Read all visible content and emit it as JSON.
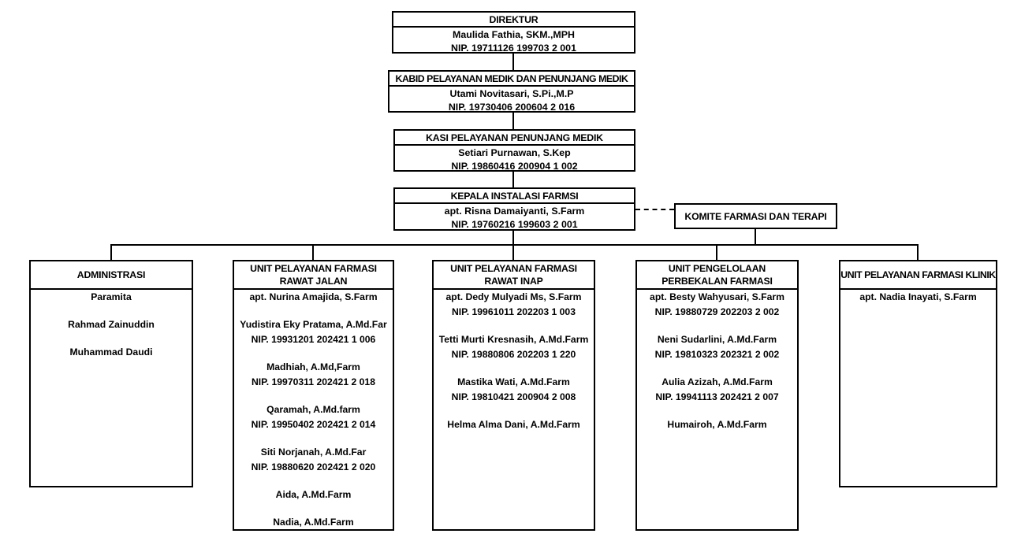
{
  "chart_type": "organizational-chart",
  "chain": [
    {
      "title": "DIREKTUR",
      "name": "Maulida Fathia, SKM.,MPH",
      "nip": "NIP. 19711126 199703 2 001"
    },
    {
      "title": "KABID PELAYANAN MEDIK DAN PENUNJANG MEDIK",
      "name": "Utami Novitasari, S.Pi.,M.P",
      "nip": "NIP. 19730406 200604 2 016"
    },
    {
      "title": "KASI PELAYANAN PENUNJANG MEDIK",
      "name": "Setiari Purnawan, S.Kep",
      "nip": "NIP. 19860416 200904 1 002"
    },
    {
      "title": "KEPALA INSTALASI FARMSI",
      "name": "apt. Risna Damaiyanti, S.Farm",
      "nip": "NIP. 19760216 199603 2 001"
    }
  ],
  "komite": {
    "title": "KOMITE FARMASI DAN TERAPI"
  },
  "units": [
    {
      "title": "ADMINISTRASI",
      "members": [
        {
          "name": "Paramita"
        },
        {
          "name": "Rahmad Zainuddin"
        },
        {
          "name": "Muhammad Daudi"
        }
      ]
    },
    {
      "title": "UNIT PELAYANAN FARMASI RAWAT JALAN",
      "members": [
        {
          "name": "apt. Nurina Amajida, S.Farm"
        },
        {
          "name": "Yudistira Eky Pratama, A.Md.Far",
          "nip": "NIP. 19931201 202421 1 006"
        },
        {
          "name": "Madhiah, A.Md,Farm",
          "nip": "NIP. 19970311 202421 2 018"
        },
        {
          "name": "Qaramah, A.Md.farm",
          "nip": "NIP. 19950402 202421 2 014"
        },
        {
          "name": "Siti Norjanah, A.Md.Far",
          "nip": "NIP. 19880620 202421 2 020"
        },
        {
          "name": "Aida, A.Md.Farm"
        },
        {
          "name": "Nadia, A.Md.Farm"
        }
      ]
    },
    {
      "title": "UNIT PELAYANAN FARMASI RAWAT INAP",
      "members": [
        {
          "name": "apt. Dedy Mulyadi Ms, S.Farm",
          "nip": "NIP. 19961011 202203 1 003"
        },
        {
          "name": "Tetti Murti Kresnasih, A.Md.Farm",
          "nip": "NIP. 19880806 202203 1 220"
        },
        {
          "name": "Mastika Wati, A.Md.Farm",
          "nip": "NIP. 19810421 200904 2 008"
        },
        {
          "name": "Helma Alma Dani, A.Md.Farm"
        }
      ]
    },
    {
      "title": "UNIT PENGELOLAAN PERBEKALAN FARMASI",
      "members": [
        {
          "name": "apt. Besty Wahyusari, S.Farm",
          "nip": "NIP. 19880729 202203 2 002"
        },
        {
          "name": "Neni Sudarlini, A.Md.Farm",
          "nip": "NIP. 19810323 202321 2 002"
        },
        {
          "name": "Aulia Azizah, A.Md.Farm",
          "nip": "NIP. 19941113 202421 2 007"
        },
        {
          "name": "Humairoh, A.Md.Farm"
        }
      ]
    },
    {
      "title": "UNIT PELAYANAN FARMASI KLINIK",
      "members": [
        {
          "name": "apt. Nadia Inayati, S.Farm"
        }
      ]
    }
  ],
  "colors": {
    "line": "#000000",
    "background": "#ffffff",
    "text": "#000000"
  }
}
